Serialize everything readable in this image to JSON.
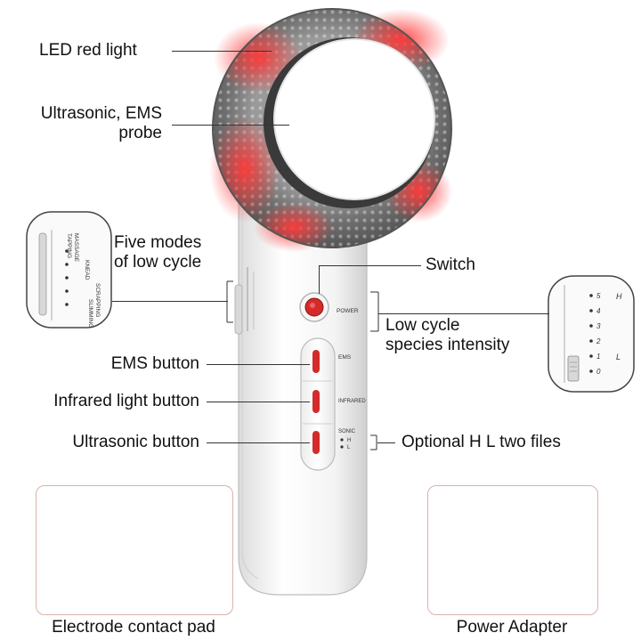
{
  "labels": {
    "led": "LED red light",
    "probe_line1": "Ultrasonic, EMS",
    "probe_line2": "probe",
    "five_modes_line1": "Five modes",
    "five_modes_line2": "of low cycle",
    "switch": "Switch",
    "intensity_line1": "Low cycle",
    "intensity_line2": "species intensity",
    "ems_button": "EMS button",
    "infrared_button": "Infrared light button",
    "ultrasonic_button": "Ultrasonic button",
    "hl_files": "Optional H L two files",
    "electrode": "Electrode contact pad",
    "adapter": "Power Adapter"
  },
  "device_text": {
    "power": "POWER",
    "ems": "EMS",
    "infrared": "INFRARED",
    "sonic": "SONIC",
    "h": "H",
    "l": "L"
  },
  "mode_zoom": {
    "massage": "MASSAGE",
    "tapping": "TAPPING",
    "knead": "KNEAD",
    "scrapping": "SCRAPPING",
    "slimming": "SLIMMING"
  },
  "intensity_zoom": {
    "levels": [
      "5",
      "4",
      "3",
      "2",
      "1",
      "0"
    ],
    "h": "H",
    "l": "L"
  },
  "colors": {
    "led_red": "#e8232a",
    "device_body": "#f2f2f2",
    "button_red": "#d42a2a",
    "frame": "#d8b3a8"
  }
}
